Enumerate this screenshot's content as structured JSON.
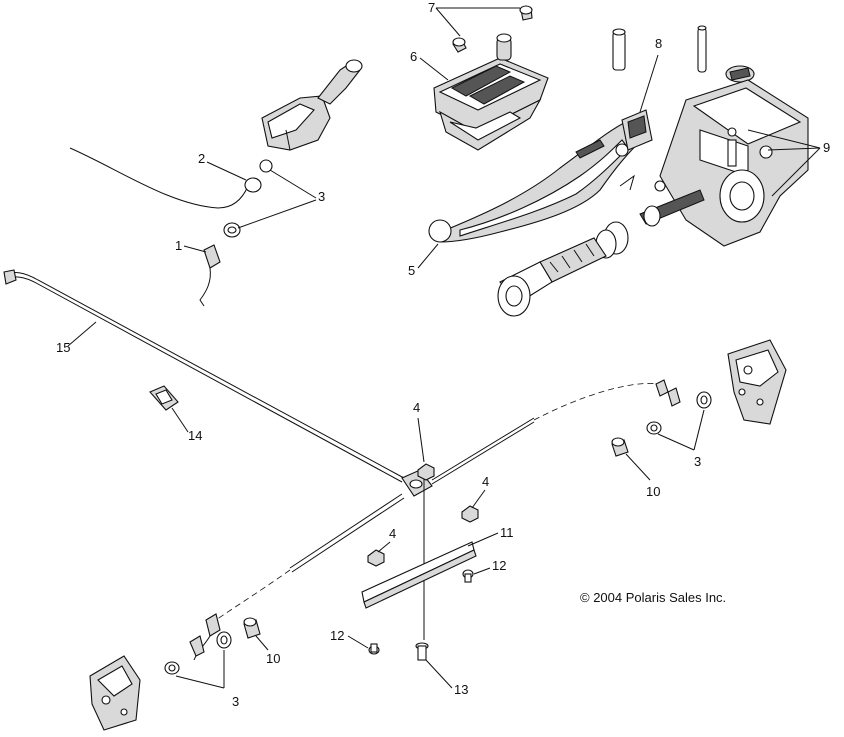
{
  "callouts": {
    "c1": "1",
    "c2": "2",
    "c3a": "3",
    "c3b": "3",
    "c3c": "3",
    "c4a": "4",
    "c4b": "4",
    "c4c": "4",
    "c5": "5",
    "c6": "6",
    "c7": "7",
    "c8": "8",
    "c9": "9",
    "c10a": "10",
    "c10b": "10",
    "c11": "11",
    "c12a": "12",
    "c12b": "12",
    "c13": "13",
    "c14": "14",
    "c15": "15"
  },
  "copyright": "© 2004 Polaris Sales Inc."
}
